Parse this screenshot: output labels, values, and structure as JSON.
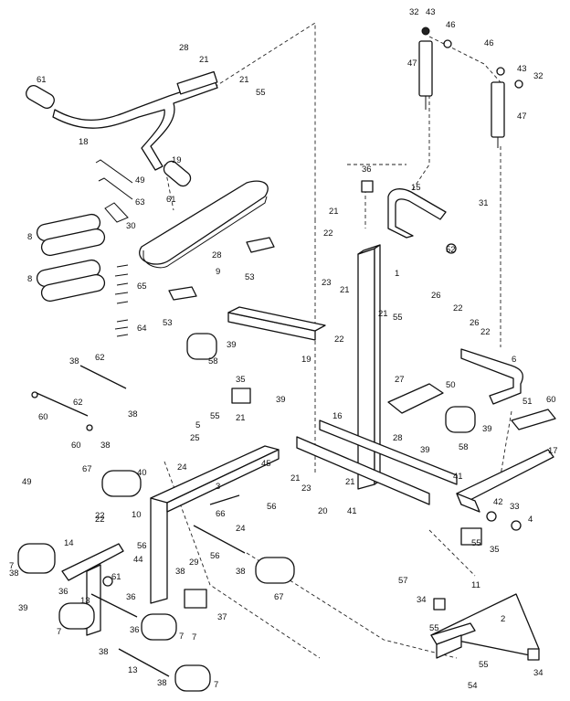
{
  "labels": [
    "32",
    "43",
    "46",
    "46",
    "43",
    "32",
    "47",
    "47",
    "28",
    "21",
    "21",
    "55",
    "61",
    "18",
    "61",
    "49",
    "63",
    "30",
    "8",
    "8",
    "19",
    "36",
    "15",
    "31",
    "21",
    "22",
    "52",
    "28",
    "53",
    "1",
    "23",
    "21",
    "65",
    "64",
    "9",
    "53",
    "39",
    "58",
    "22",
    "19",
    "26",
    "22",
    "21",
    "55",
    "26",
    "22",
    "38",
    "62",
    "38",
    "60",
    "62",
    "60",
    "38",
    "35",
    "39",
    "55",
    "21",
    "5",
    "25",
    "24",
    "45",
    "40",
    "67",
    "49",
    "27",
    "50",
    "16",
    "28",
    "39",
    "58",
    "6",
    "51",
    "60",
    "39",
    "17",
    "21",
    "23",
    "21",
    "20",
    "41",
    "41",
    "42",
    "33",
    "4",
    "3",
    "10",
    "56",
    "24",
    "22",
    "14",
    "56",
    "29",
    "38",
    "56",
    "66",
    "38",
    "67",
    "7",
    "39",
    "36",
    "13",
    "61",
    "44",
    "22",
    "55",
    "57",
    "11",
    "34",
    "35",
    "36",
    "7",
    "36",
    "7",
    "37",
    "2",
    "55",
    "55",
    "54",
    "34",
    "13",
    "38",
    "38",
    "7",
    "7",
    "38"
  ]
}
